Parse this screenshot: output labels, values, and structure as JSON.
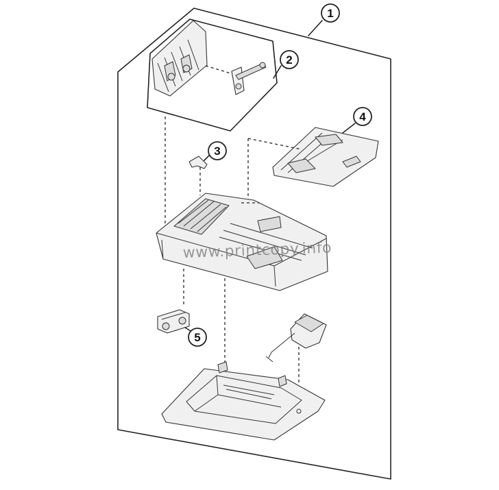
{
  "callouts": [
    {
      "id": "1",
      "label": "1"
    },
    {
      "id": "2",
      "label": "2"
    },
    {
      "id": "3",
      "label": "3"
    },
    {
      "id": "4",
      "label": "4"
    },
    {
      "id": "5",
      "label": "5"
    }
  ],
  "watermark": "www.printcopy.info"
}
